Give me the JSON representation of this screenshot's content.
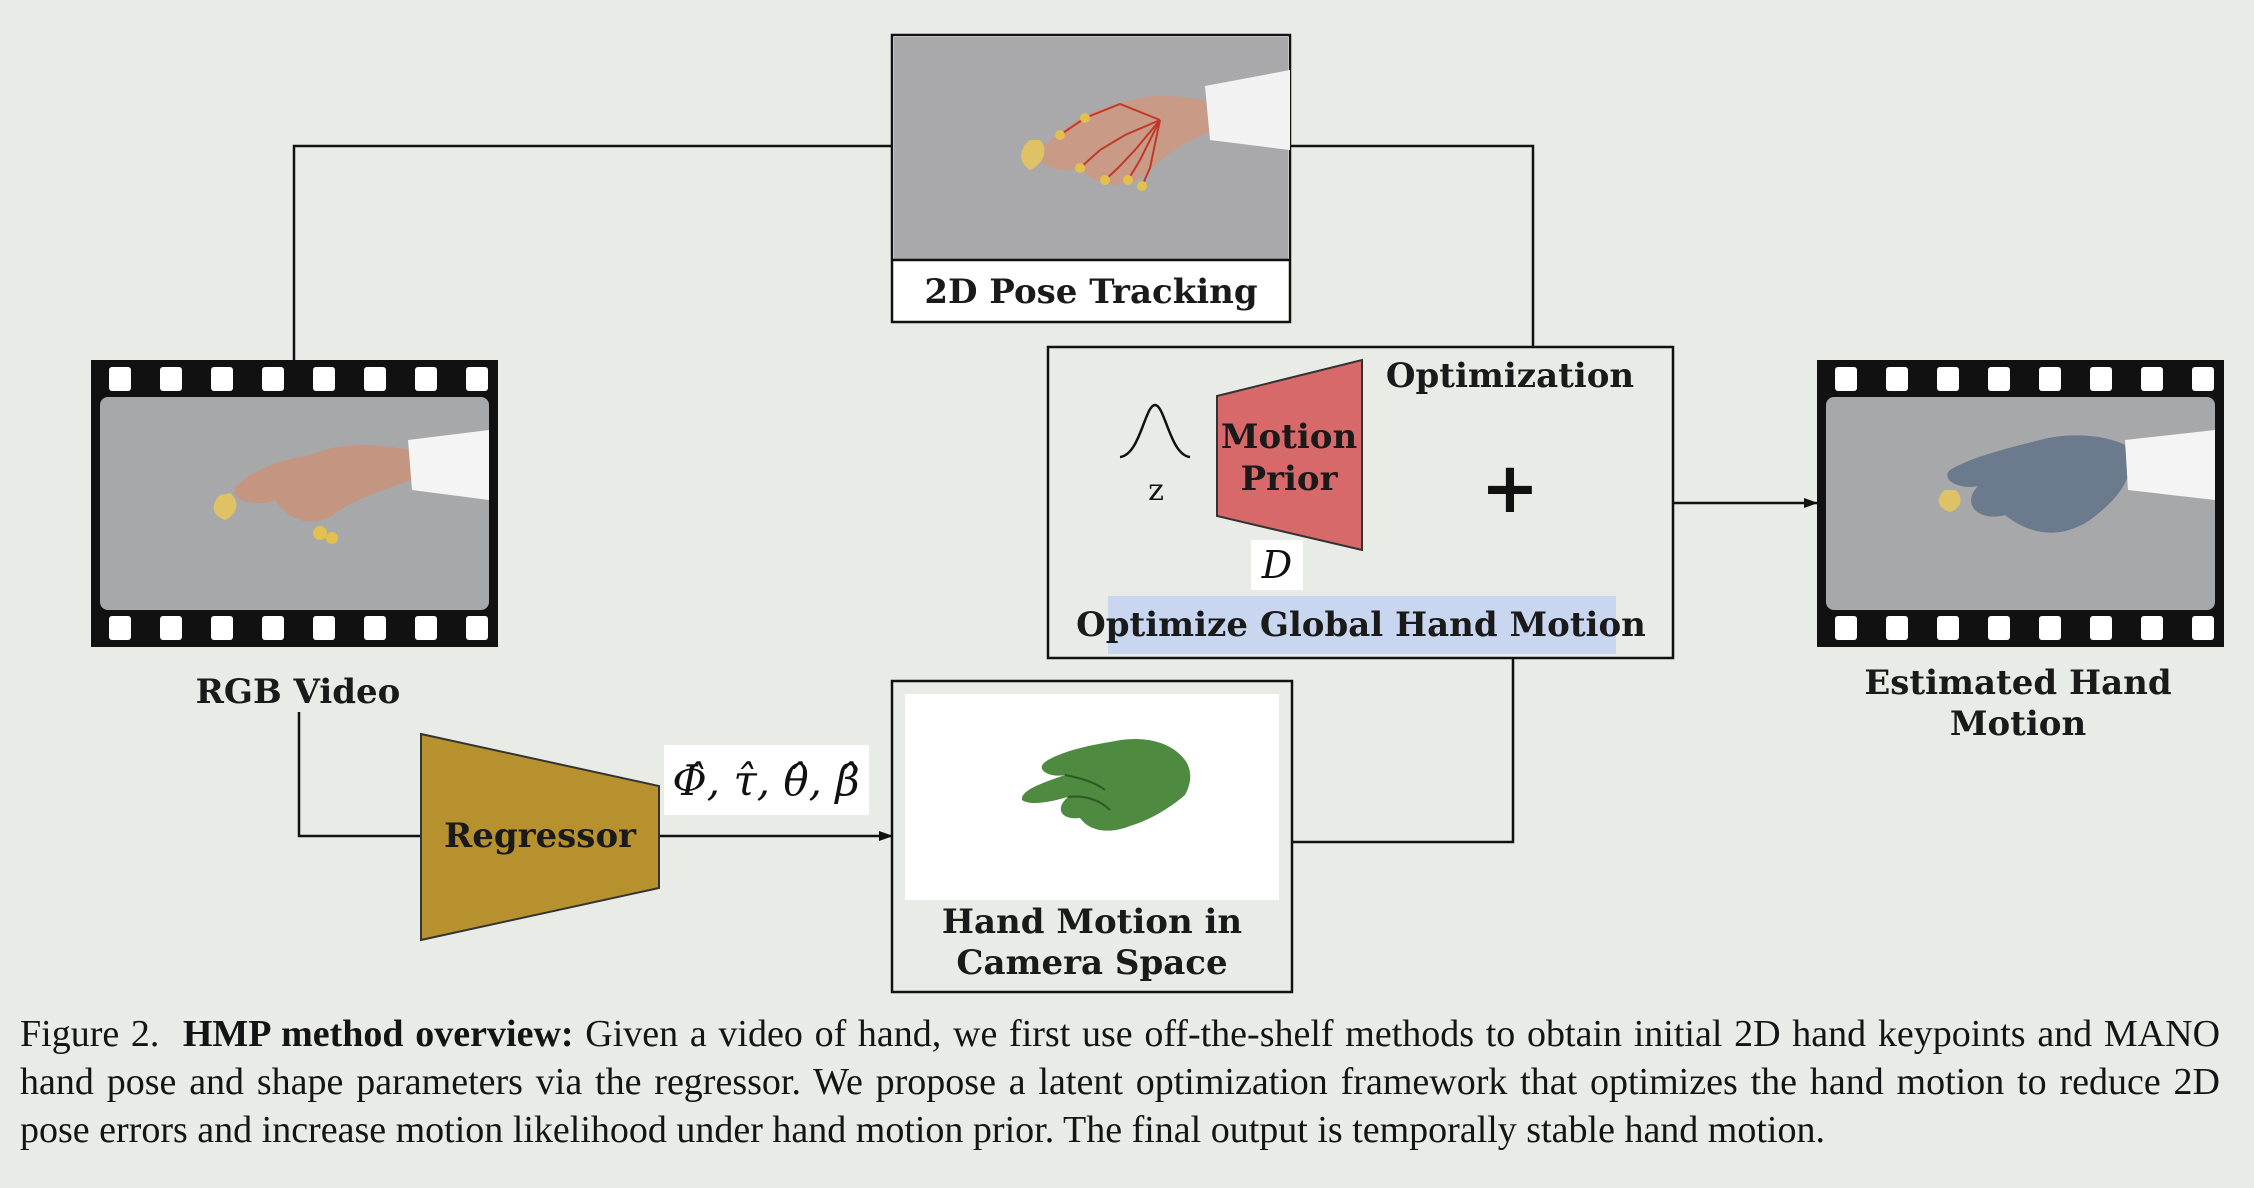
{
  "labels": {
    "pose_tracking": "2D Pose Tracking",
    "rgb_video": "RGB Video",
    "optimization": "Optimization",
    "motion_prior_line1": "Motion",
    "motion_prior_line2": "Prior",
    "z": "z",
    "decoder": "D",
    "plus": "+",
    "optimize_global": "Optimize Global Hand Motion",
    "estimated_line1": "Estimated Hand",
    "estimated_line2": "Motion",
    "regressor": "Regressor",
    "params": "Φ̂, τ̂, θ̂, β̂",
    "camera_line1": "Hand Motion in",
    "camera_line2": "Camera Space"
  },
  "caption": {
    "figure": "Figure 2.",
    "title": "HMP method overview:",
    "text": "Given a video of hand, we first use off-the-shelf methods to obtain initial 2D hand keypoints and MANO hand pose and shape parameters via the regressor. We propose a latent optimization framework that optimizes the hand motion to reduce 2D pose errors and increase motion likelihood under hand motion prior. The final output is temporally stable hand motion."
  },
  "colors": {
    "background": "#e9ece6",
    "motion_prior": "#d8696b",
    "regressor": "#b8912f",
    "highlight": "#c8d6ef",
    "mesh_blue": "#6b7a8c",
    "mesh_green": "#4e8a3f"
  }
}
